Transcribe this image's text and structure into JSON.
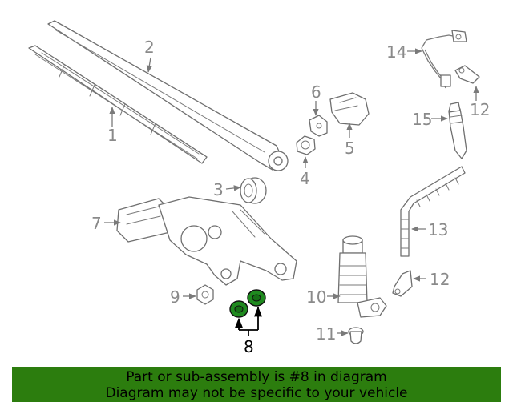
{
  "callouts": {
    "c1": "1",
    "c2": "2",
    "c3": "3",
    "c4": "4",
    "c5": "5",
    "c6": "6",
    "c7": "7",
    "c8": "8",
    "c9": "9",
    "c10": "10",
    "c11": "11",
    "c12a": "12",
    "c12b": "12",
    "c13": "13",
    "c14": "14",
    "c15": "15"
  },
  "highlight_color": "#1f8a1f",
  "banner": {
    "line1": "Part or sub-assembly is #8 in diagram",
    "line2": "Diagram may not be specific to your vehicle",
    "background": "#2c7d0e"
  }
}
